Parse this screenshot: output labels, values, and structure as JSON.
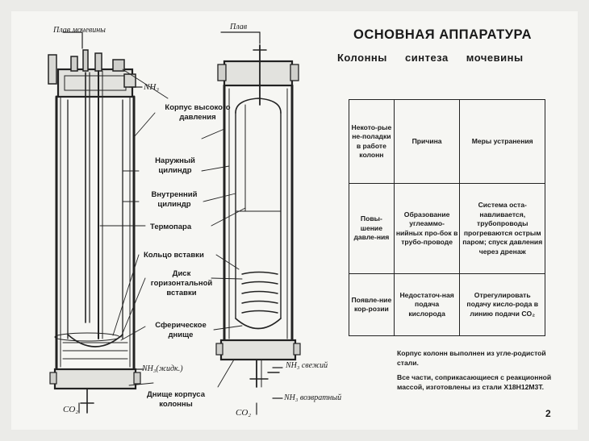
{
  "header": {
    "title": "ОСНОВНАЯ АППАРАТУРА",
    "subtitle": "Колонны синтеза мочевины"
  },
  "diagram_labels": {
    "melt_left": "Плав мочевины",
    "melt_right": "Плав",
    "nh3_top": "NH₃",
    "housing": "Корпус высокого давления",
    "outer_cyl": "Наружный цилиндр",
    "inner_cyl": "Внутренний цилиндр",
    "thermocouple": "Термопара",
    "insert_ring": "Кольцо вставки",
    "disk": "Диск горизонтальной вставки",
    "spherical_bottom": "Сферическое днище",
    "nh3_liquid": "NH₃(жидк.)",
    "bottom": "Днище корпуса колонны",
    "co2_left": "CO₂",
    "co2_right": "CO₂",
    "nh3_fresh": "NH₃ свежий",
    "nh3_return": "NH₃ возвратный"
  },
  "table": {
    "headers": [
      "Некото-рые не-поладки в работе колонн",
      "Причина",
      "Меры устранения"
    ],
    "rows": [
      [
        "Повы-шение давле-ния",
        "Образование углеаммо-нийных про-бок в трубо-проводе",
        "Система оста-навливается, трубопроводы прогреваются острым паром; спуск давления через дренаж"
      ],
      [
        "Появле-ние кор-розии",
        "Недостаточ-ная подача кислорода",
        "Отрегулировать подачу кисло-рода в линию подачи CO₂"
      ]
    ]
  },
  "notes": {
    "note1": "Корпус колонн выполнен из угле-родистой стали.",
    "note2": "Все части, соприкасающиеся с реакционной массой, изготовлены из стали Х18Н12М3Т."
  },
  "page_number": "2"
}
